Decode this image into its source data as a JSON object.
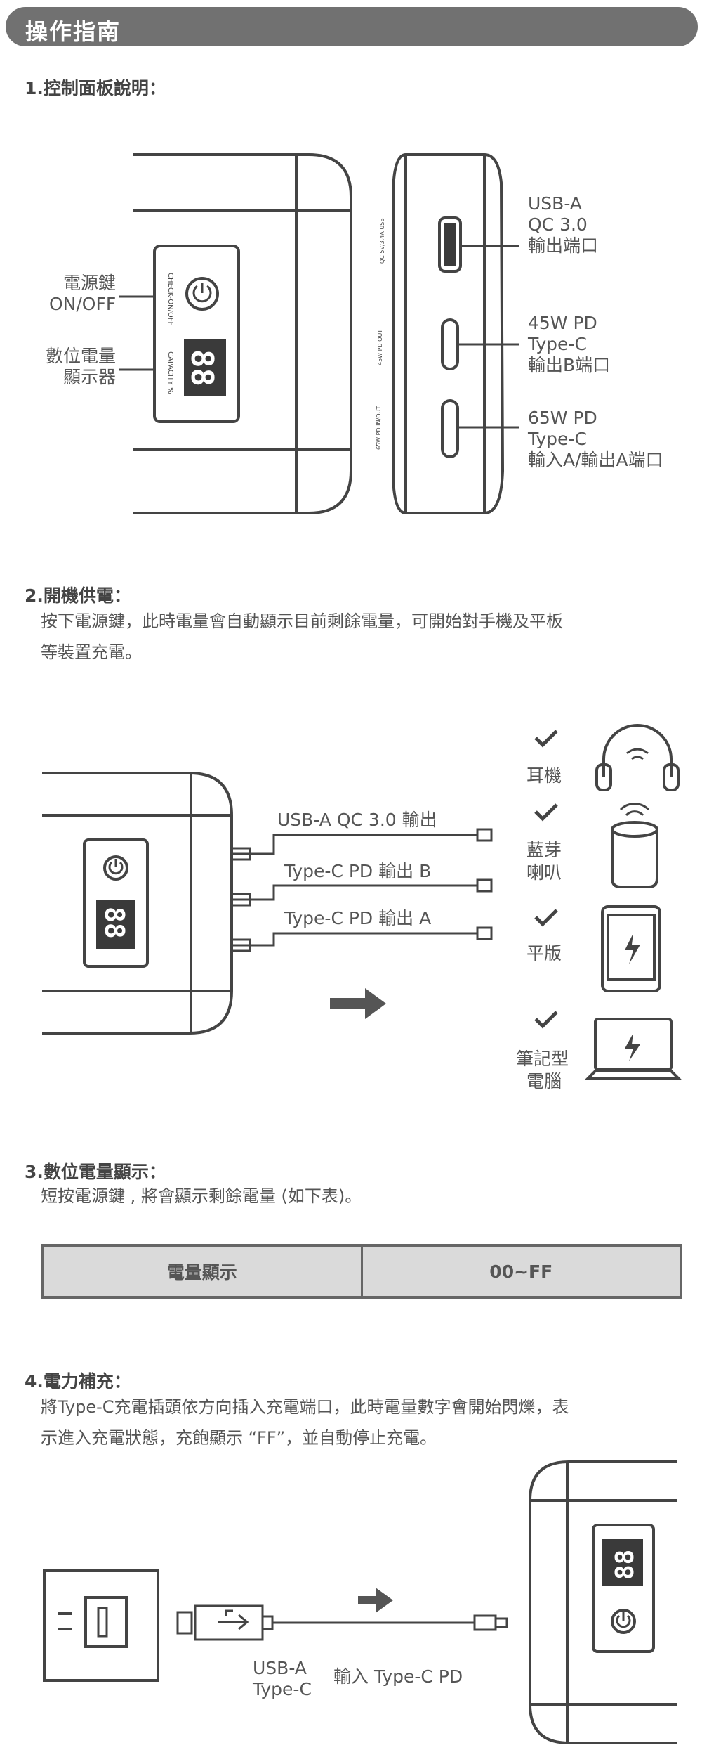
{
  "title": "操作指南",
  "section1": {
    "heading": "1.控制面板說明：",
    "labels": {
      "power_key": [
        "電源鍵",
        "ON/OFF"
      ],
      "digital_display": [
        "數位電量",
        "顯示器"
      ],
      "usba": [
        "USB-A",
        "QC 3.0",
        "輸出端口"
      ],
      "pd45": [
        "45W PD",
        "Type-C",
        "輸出B端口"
      ],
      "pd65": [
        "65W PD",
        "Type-C",
        "輸入A/輸出A端口"
      ]
    },
    "panel_text": {
      "check": "CHECK-ON/OFF",
      "capacity": "CAPACITY %",
      "display": "88",
      "port_qc": "QC 5V/3.4A USB",
      "port_45": "45W PD OUT",
      "port_65": "65W PD IN/OUT"
    }
  },
  "section2": {
    "heading": "2.開機供電：",
    "lines": [
      "按下電源鍵，此時電量會自動顯示目前剩餘電量，可開始對手機及平板",
      "等裝置充電。"
    ],
    "cables": [
      "USB-A  QC 3.0 輸出",
      "Type-C  PD 輸出 B",
      "Type-C  PD 輸出 A"
    ],
    "display": "88",
    "devices": [
      {
        "label": [
          "耳機"
        ],
        "icon": "headphones-icon"
      },
      {
        "label": [
          "藍芽",
          "喇叭"
        ],
        "icon": "speaker-icon"
      },
      {
        "label": [
          "平版"
        ],
        "icon": "tablet-icon"
      },
      {
        "label": [
          "筆記型",
          "電腦"
        ],
        "icon": "laptop-icon"
      }
    ]
  },
  "section3": {
    "heading": "3.數位電量顯示：",
    "line": "短按電源鍵 , 將會顯示剩餘電量 (如下表)。",
    "table": {
      "col1": "電量顯示",
      "col2": "00~FF"
    }
  },
  "section4": {
    "heading": "4.電力補充：",
    "lines": [
      "將Type-C充電插頭依方向插入充電端口，此時電量數字會開始閃爍，表",
      "示進入充電狀態，充飽顯示 “FF”，並自動停止充電。"
    ],
    "cable_label": [
      "USB-A",
      "Type-C"
    ],
    "input_label": "輸入 Type-C PD",
    "display": "88"
  }
}
